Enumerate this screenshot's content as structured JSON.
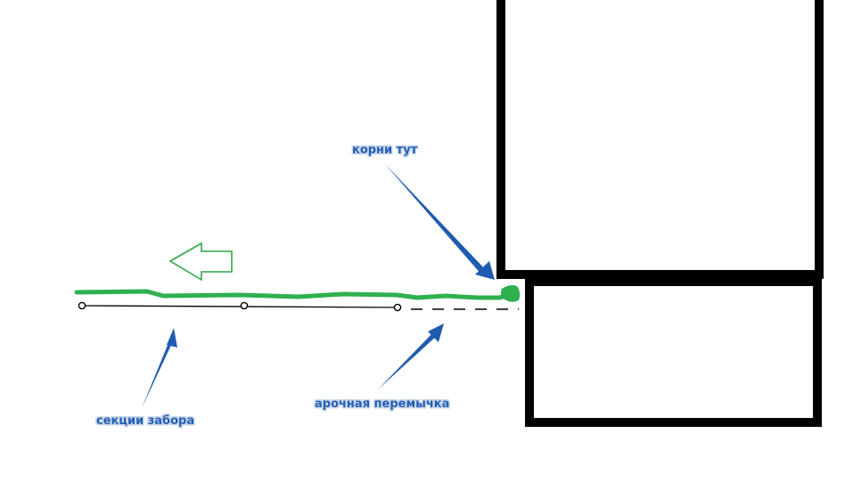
{
  "labels": {
    "roots": "корни тут",
    "fence_sections": "секции забора",
    "arch_lintel": "арочная перемычка"
  },
  "colors": {
    "label_text": "#1f5fb4",
    "label_halo": "#c9d6ea",
    "annotation_arrow": "#1f5cb0",
    "root_line": "#2eb04f",
    "direction_arrow": "#2fa84a",
    "outline": "#000000",
    "background": "#ffffff"
  },
  "icons": {
    "direction": "left-arrow-outline-icon"
  }
}
